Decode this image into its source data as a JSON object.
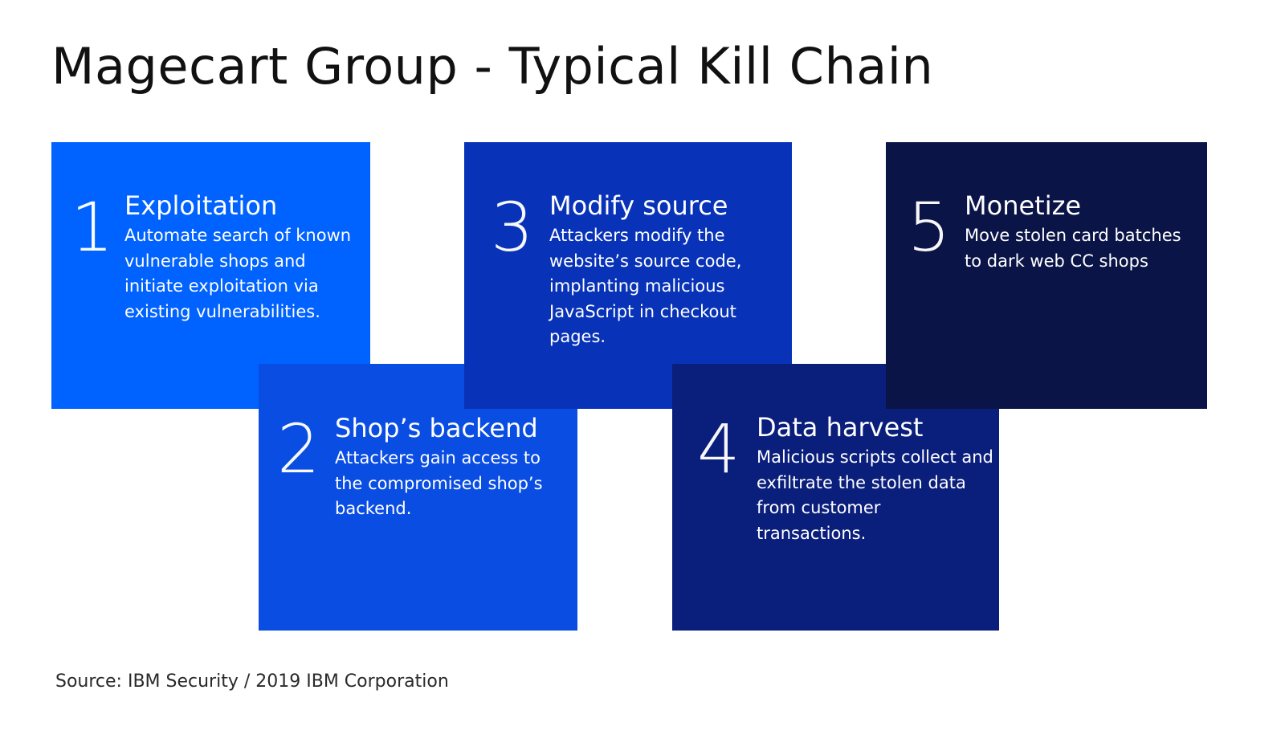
{
  "title": "Magecart Group - Typical Kill Chain",
  "steps": [
    {
      "number": "1",
      "title": "Exploitation",
      "description": "Automate search of known vulnerable shops and initiate exploitation via existing vulnerabilities.",
      "color": "#0062ff"
    },
    {
      "number": "2",
      "title": "Shop’s backend",
      "description": "Attackers gain access to the compromised shop’s backend.",
      "color": "#0a4de3"
    },
    {
      "number": "3",
      "title": "Modify source",
      "description": "Attackers modify the website’s source code, implanting malicious JavaScript in checkout pages.",
      "color": "#0833b8"
    },
    {
      "number": "4",
      "title": "Data harvest",
      "description": "Malicious scripts collect and exfiltrate the stolen data from customer transactions.",
      "color": "#0a1e7c"
    },
    {
      "number": "5",
      "title": "Monetize",
      "description": "Move stolen card batches to dark web CC shops",
      "color": "#0b1447"
    }
  ],
  "source": "Source: IBM Security / 2019 IBM Corporation"
}
